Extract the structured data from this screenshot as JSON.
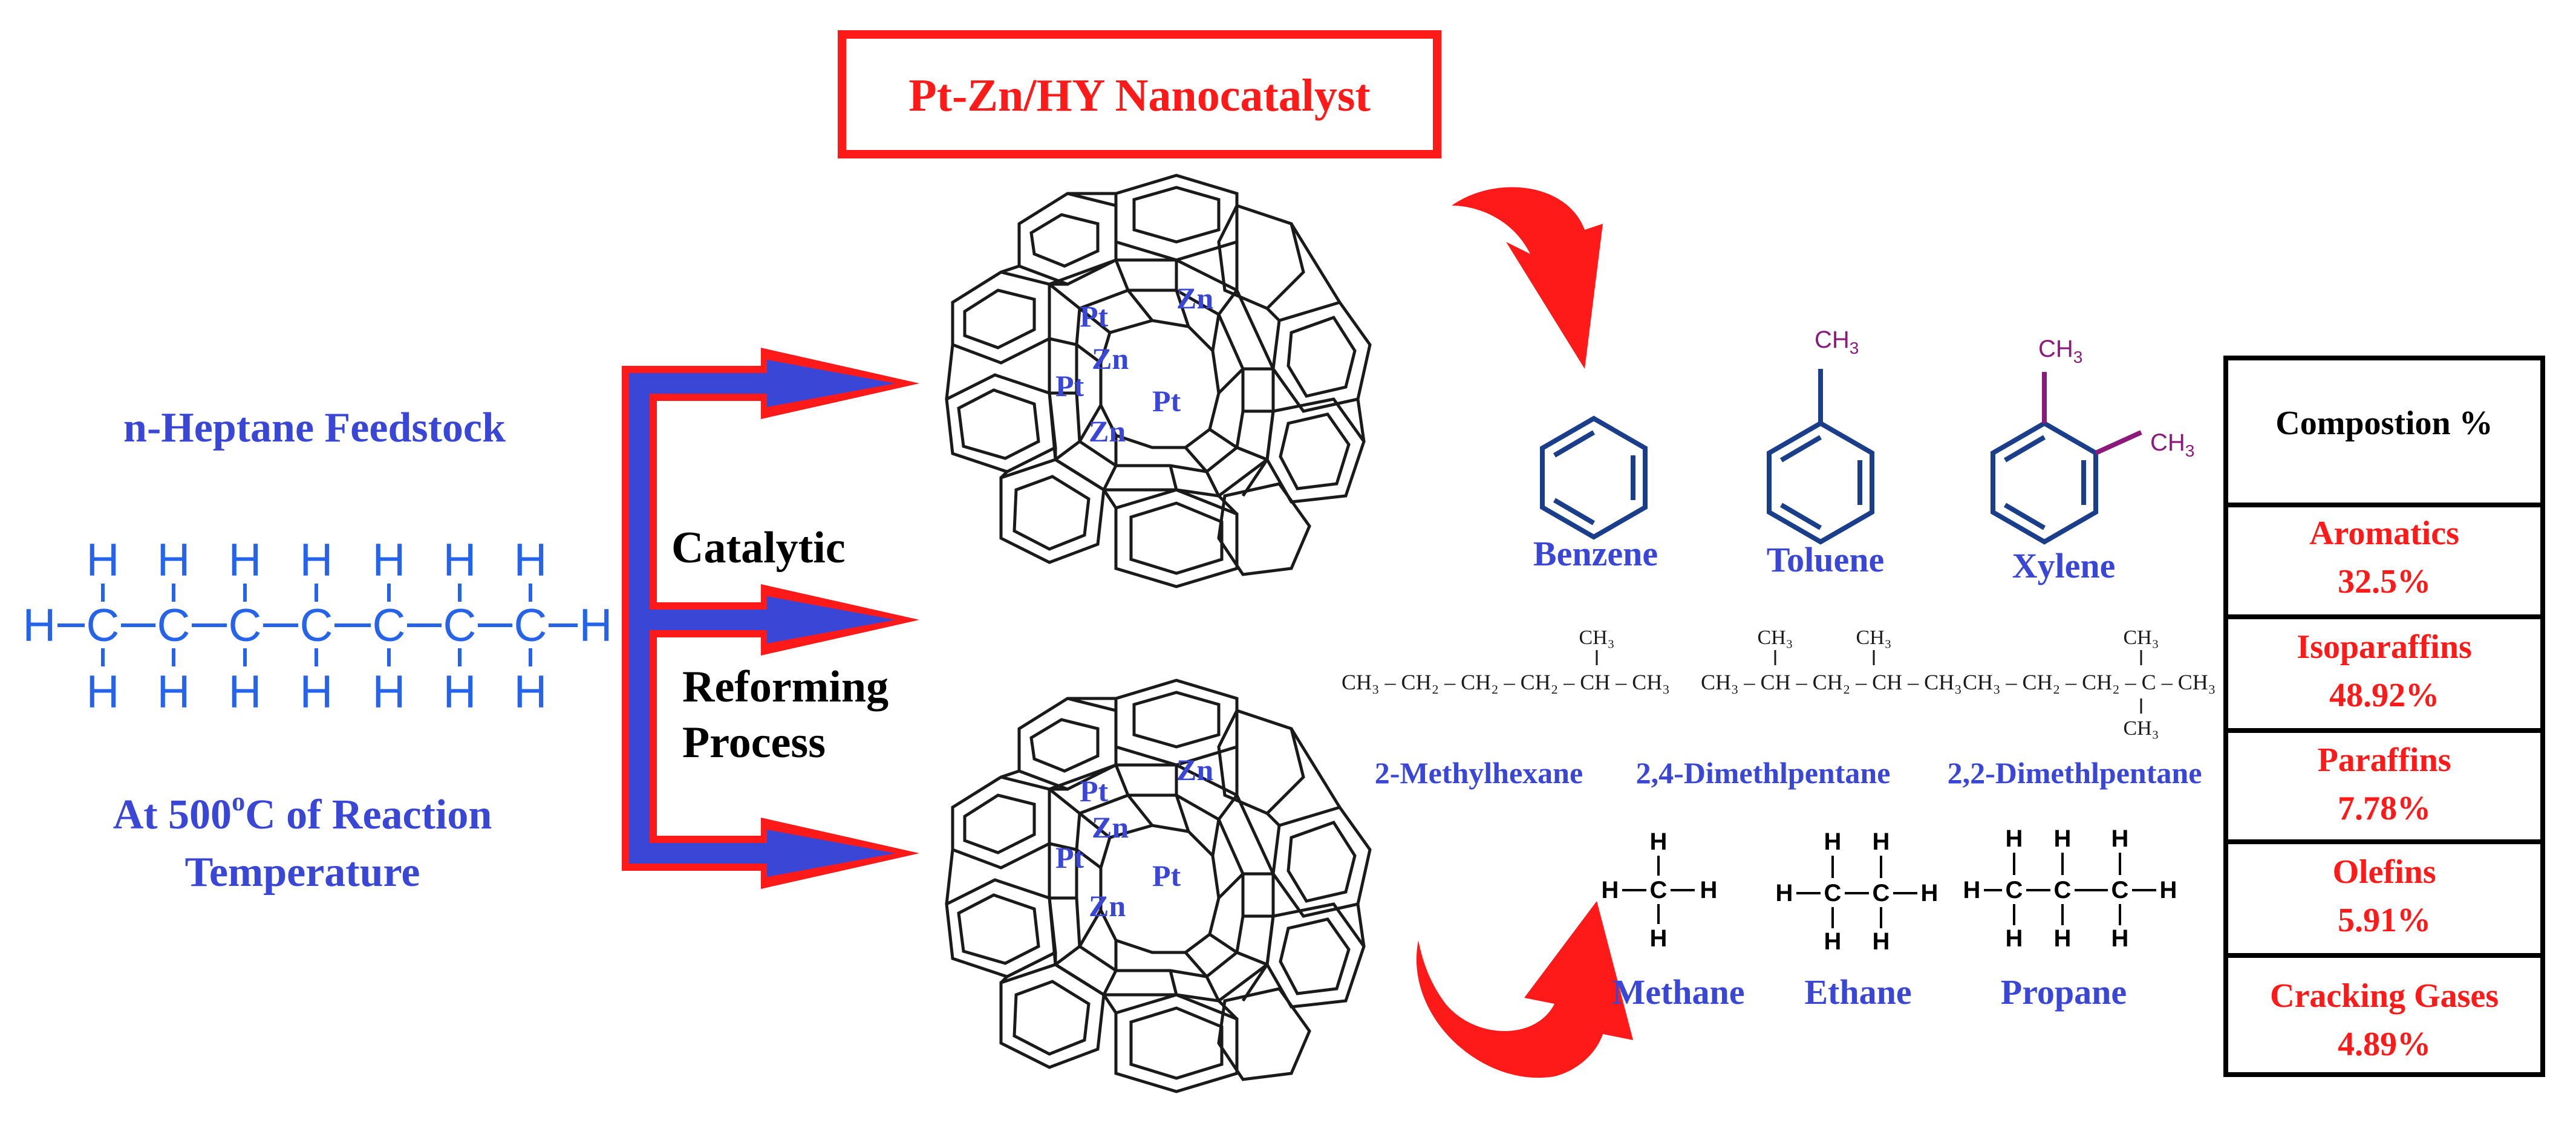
{
  "colors": {
    "blue_text": "#3a47d6",
    "red": "#ff1a1a",
    "structure_blue": "#1a3e8a",
    "heptane_blue": "#2563eb",
    "methyl_purple": "#8b1a7a",
    "black": "#000000"
  },
  "catalyst": {
    "title": "Pt-Zn/HY Nanocatalyst"
  },
  "feed": {
    "title": "n-Heptane Feedstock",
    "heptane": {
      "h": "H",
      "c": "C"
    },
    "temp_line1": "At 500",
    "temp_sup": "o",
    "temp_unit": "C of Reaction",
    "temp_line2": "Temperature"
  },
  "process": {
    "line1": "Catalytic",
    "line2": "Reforming",
    "line3": "Process"
  },
  "zeolite_labels": {
    "pt": "Pt",
    "zn": "Zn"
  },
  "aromatics": {
    "methyl": "CH",
    "sub3": "3",
    "benzene": "Benzene",
    "toluene": "Toluene",
    "xylene": "Xylene"
  },
  "isomers": {
    "methylhexane": {
      "formula_main": "CH₃ – CH₂ – CH₂ – CH₂ – CH – CH₃",
      "formula_top": "CH₃",
      "label": "2-Methylhexane"
    },
    "dimethylpentane_24": {
      "formula_main": "CH₃ – CH – CH₂ – CH – CH₃",
      "formula_top1": "CH₃",
      "formula_top2": "CH₃",
      "label": "2,4-Dimethlpentane"
    },
    "dimethylpentane_22": {
      "formula_main": "CH₃ – CH₂ – CH₂ – C – CH₃",
      "formula_top": "CH₃",
      "formula_bottom": "CH₃",
      "label": "2,2-Dimethlpentane"
    }
  },
  "gases": {
    "h": "H",
    "c": "C",
    "methane": "Methane",
    "ethane": "Ethane",
    "propane": "Propane"
  },
  "composition": {
    "header": "Compostion %",
    "rows": [
      {
        "name": "Aromatics",
        "value": "32.5%"
      },
      {
        "name": "Isoparaffins",
        "value": "48.92%"
      },
      {
        "name": "Paraffins",
        "value": "7.78%"
      },
      {
        "name": "Olefins",
        "value": "5.91%"
      },
      {
        "name": "Cracking Gases",
        "value": "4.89%"
      }
    ]
  }
}
